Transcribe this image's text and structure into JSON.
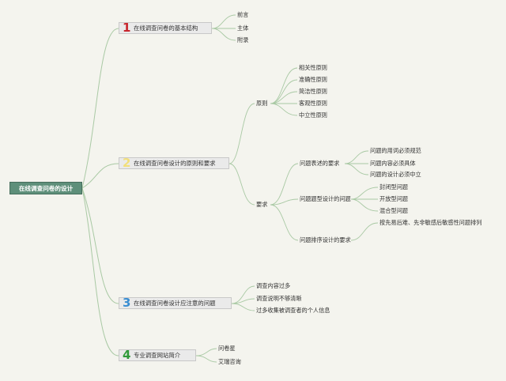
{
  "root": {
    "label": "在线调查问卷的设计"
  },
  "branches": [
    {
      "number": "1",
      "label": "在线调查问卷的基本结构",
      "children": [
        "前言",
        "主体",
        "附录"
      ]
    },
    {
      "number": "2",
      "label": "在线调查问卷设计的原则和要求",
      "principles": {
        "label": "原则",
        "items": [
          "相关性原则",
          "准确性原则",
          "简洁性原则",
          "客观性原则",
          "中立性原则"
        ]
      },
      "requirements": {
        "label": "要求",
        "groups": [
          {
            "label": "问题表述的要求",
            "items": [
              "问题的用词必须规范",
              "问题内容必须具体",
              "问题的设计必须中立"
            ]
          },
          {
            "label": "问题题型设计的问题",
            "items": [
              "封闭型问题",
              "开放型问题",
              "混合型问题"
            ]
          },
          {
            "label": "问题排序设计的要求",
            "items": [
              "按先易后难、先非敏感后敏感性问题排列"
            ]
          }
        ]
      }
    },
    {
      "number": "3",
      "label": "在线调查问卷设计应注意的问题",
      "children": [
        "调查内容过多",
        "调查说明不够清晰",
        "过多收集被调查者的个人信息"
      ]
    },
    {
      "number": "4",
      "label": "专业调查网站简介",
      "children": [
        "问卷星",
        "艾瑞咨询"
      ]
    }
  ],
  "colors": {
    "line": "#a9c9a4",
    "root_fill": "#5e8f7a",
    "badge_1": "#c8252c",
    "badge_2": "#f2df7a",
    "badge_3": "#3a8ed2",
    "badge_4": "#2f9a3a"
  }
}
